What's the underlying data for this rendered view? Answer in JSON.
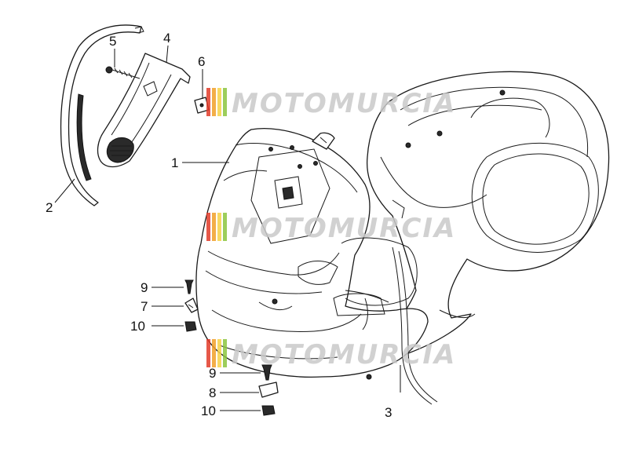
{
  "watermark": {
    "text": "MOTOMURCIA",
    "colors": {
      "stripes": [
        "#e23b2a",
        "#f2a129",
        "#f6d34a",
        "#8cc63f",
        "#2e9b4b"
      ],
      "text": "#c9c9c9"
    }
  },
  "callouts": {
    "n1": "1",
    "n2": "2",
    "n3": "3",
    "n4": "4",
    "n5": "5",
    "n6": "6",
    "n7": "7",
    "n8": "8",
    "n9a": "9",
    "n9b": "9",
    "n10a": "10",
    "n10b": "10"
  }
}
